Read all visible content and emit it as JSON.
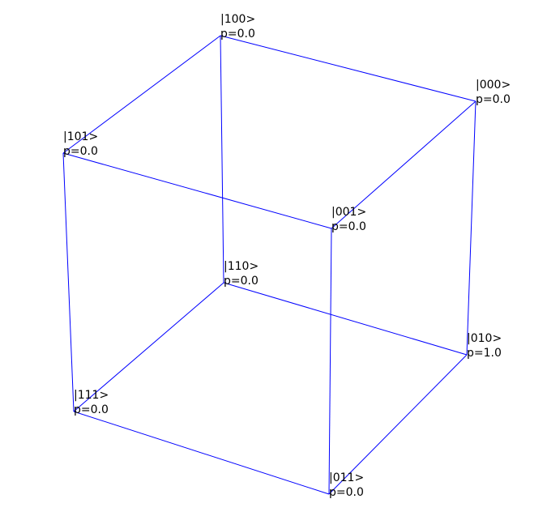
{
  "edge_color": "#0000ff",
  "label_color": "#000000",
  "background": "#ffffff",
  "nodes": [
    {
      "id": "000",
      "state": "|000>",
      "prob": "p=0.0"
    },
    {
      "id": "001",
      "state": "|001>",
      "prob": "p=0.0"
    },
    {
      "id": "010",
      "state": "|010>",
      "prob": "p=1.0"
    },
    {
      "id": "011",
      "state": "|011>",
      "prob": "p=0.0"
    },
    {
      "id": "100",
      "state": "|100>",
      "prob": "p=0.0"
    },
    {
      "id": "101",
      "state": "|101>",
      "prob": "p=0.0"
    },
    {
      "id": "110",
      "state": "|110>",
      "prob": "p=0.0"
    },
    {
      "id": "111",
      "state": "|111>",
      "prob": "p=0.0"
    }
  ],
  "edges": [
    [
      "000",
      "100"
    ],
    [
      "000",
      "001"
    ],
    [
      "000",
      "010"
    ],
    [
      "100",
      "101"
    ],
    [
      "100",
      "110"
    ],
    [
      "001",
      "101"
    ],
    [
      "001",
      "011"
    ],
    [
      "101",
      "111"
    ],
    [
      "110",
      "111"
    ],
    [
      "110",
      "010"
    ],
    [
      "010",
      "011"
    ],
    [
      "111",
      "011"
    ]
  ]
}
